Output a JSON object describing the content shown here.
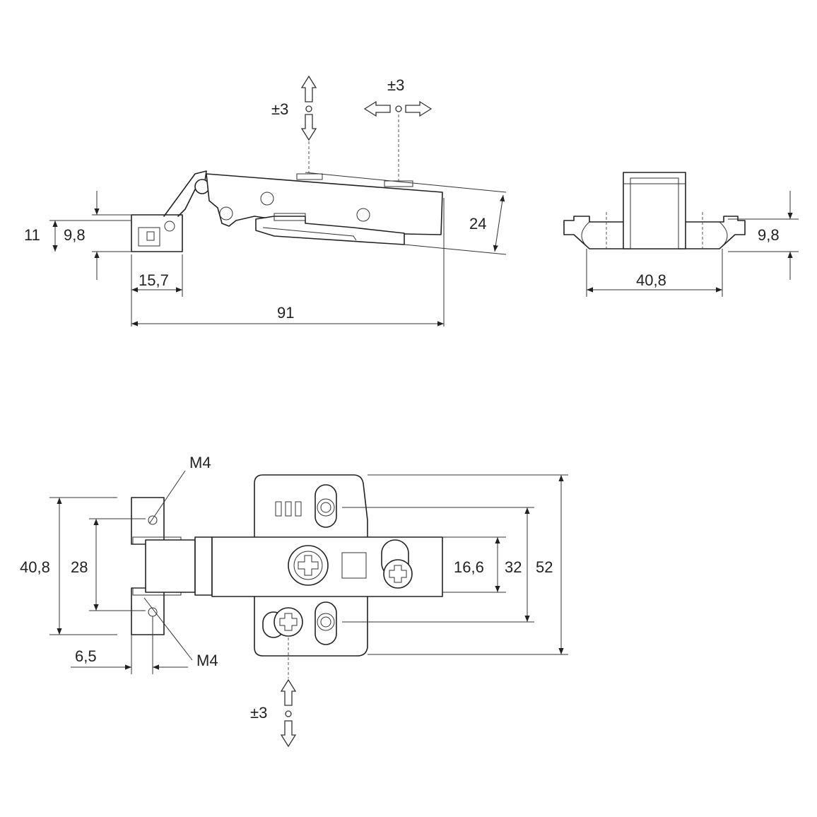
{
  "side_view": {
    "dim_11": "11",
    "dim_9_8": "9,8",
    "dim_15_7": "15,7",
    "dim_91": "91",
    "dim_24": "24",
    "adj_vertical": "±3",
    "adj_horizontal": "±3"
  },
  "end_view": {
    "dim_9_8": "9,8",
    "dim_40_8": "40,8"
  },
  "top_view": {
    "dim_40_8": "40,8",
    "dim_28": "28",
    "dim_6_5": "6,5",
    "thread_top": "M4",
    "thread_bottom": "M4",
    "dim_16_6": "16,6",
    "dim_32": "32",
    "dim_52": "52",
    "adj_vertical": "±3"
  }
}
